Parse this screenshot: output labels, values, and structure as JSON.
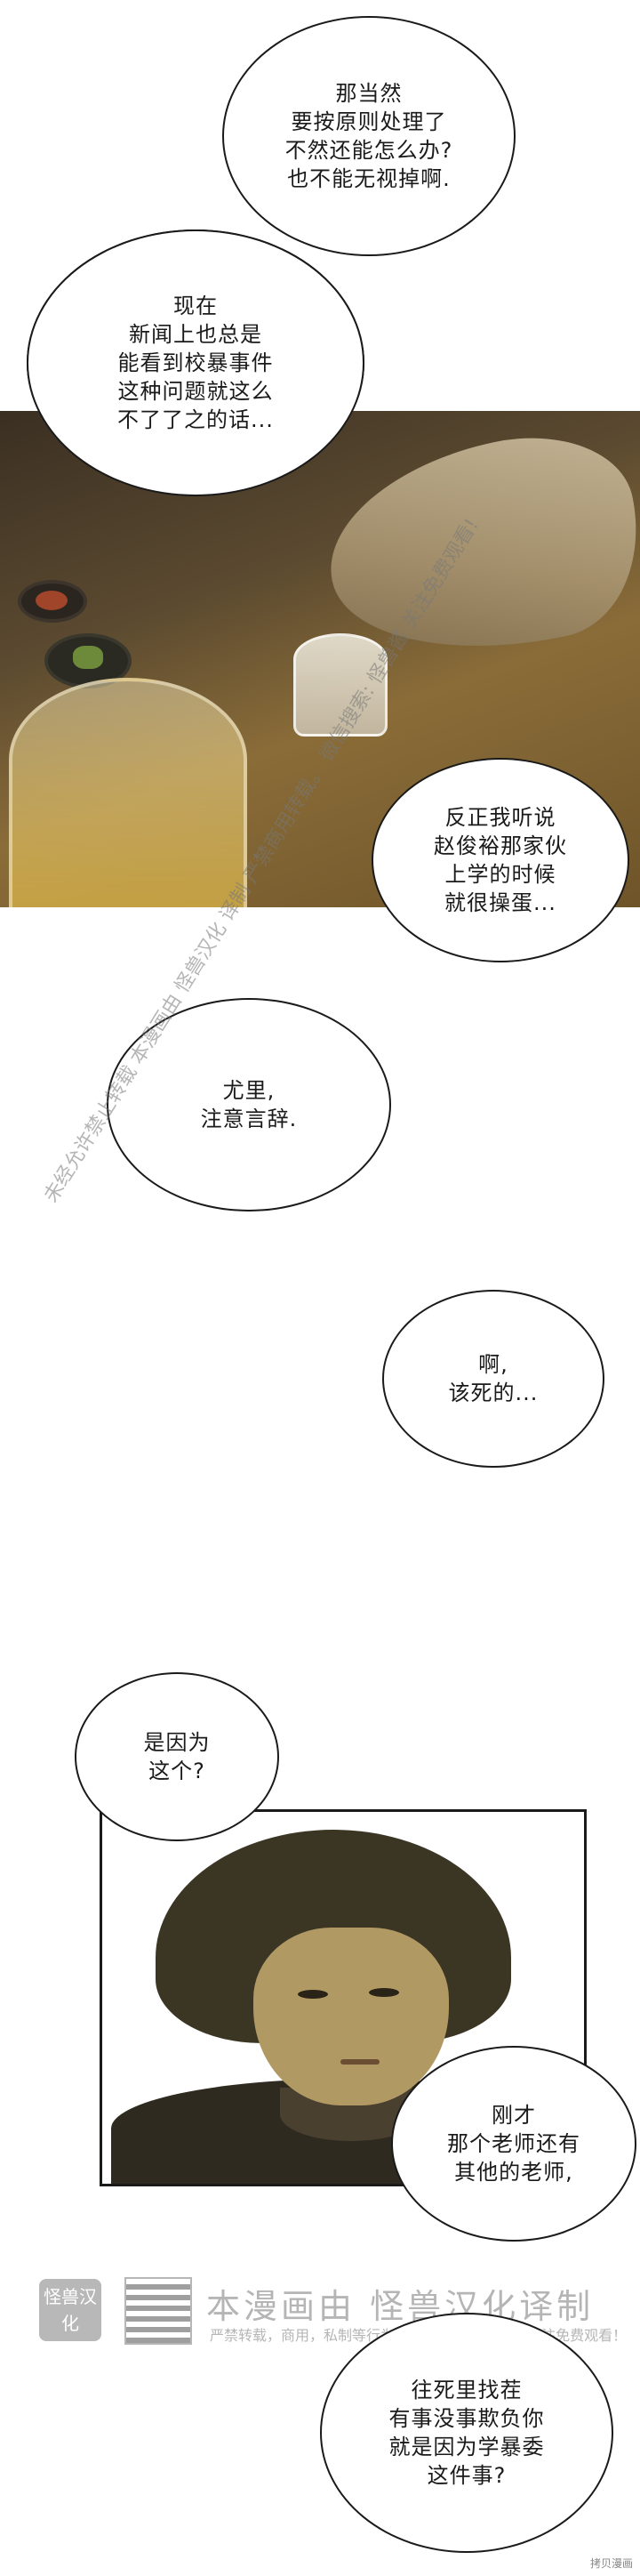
{
  "bubbles": {
    "b1": [
      "那当然",
      "要按原则处理了",
      "不然还能怎么办?",
      "也不能无视掉啊."
    ],
    "b2": [
      "现在",
      "新闻上也总是",
      "能看到校暴事件",
      "这种问题就这么",
      "不了了之的话..."
    ],
    "b3": [
      "反正我听说",
      "赵俊裕那家伙",
      "上学的时候",
      "就很操蛋..."
    ],
    "b4": [
      "尤里,",
      "注意言辞."
    ],
    "b5": [
      "啊,",
      "该死的..."
    ],
    "b6": [
      "是因为",
      "这个?"
    ],
    "b7": [
      "刚才",
      "那个老师还有",
      "其他的老师,"
    ],
    "b8": [
      "往死里找茬",
      "有事没事欺负你",
      "就是因为学暴委",
      "这件事?"
    ]
  },
  "watermarks": {
    "diag_right": "未经允许禁止转载  本漫画由 怪兽汉化 译制  严禁商用转载。  微信搜索: 怪兽酱  关注免费观看!",
    "logo": "怪兽汉化",
    "title": "本漫画由 怪兽汉化译制",
    "sub": "严禁转载，商用，私制等行为，微信搜索：怪兽酱  关注免费观看！",
    "credit": "拷贝漫画"
  },
  "colors": {
    "ink": "#1a1a1a",
    "scene_warm": "#8a6c38",
    "hair": "#3b3524",
    "skin": "#b19963"
  }
}
